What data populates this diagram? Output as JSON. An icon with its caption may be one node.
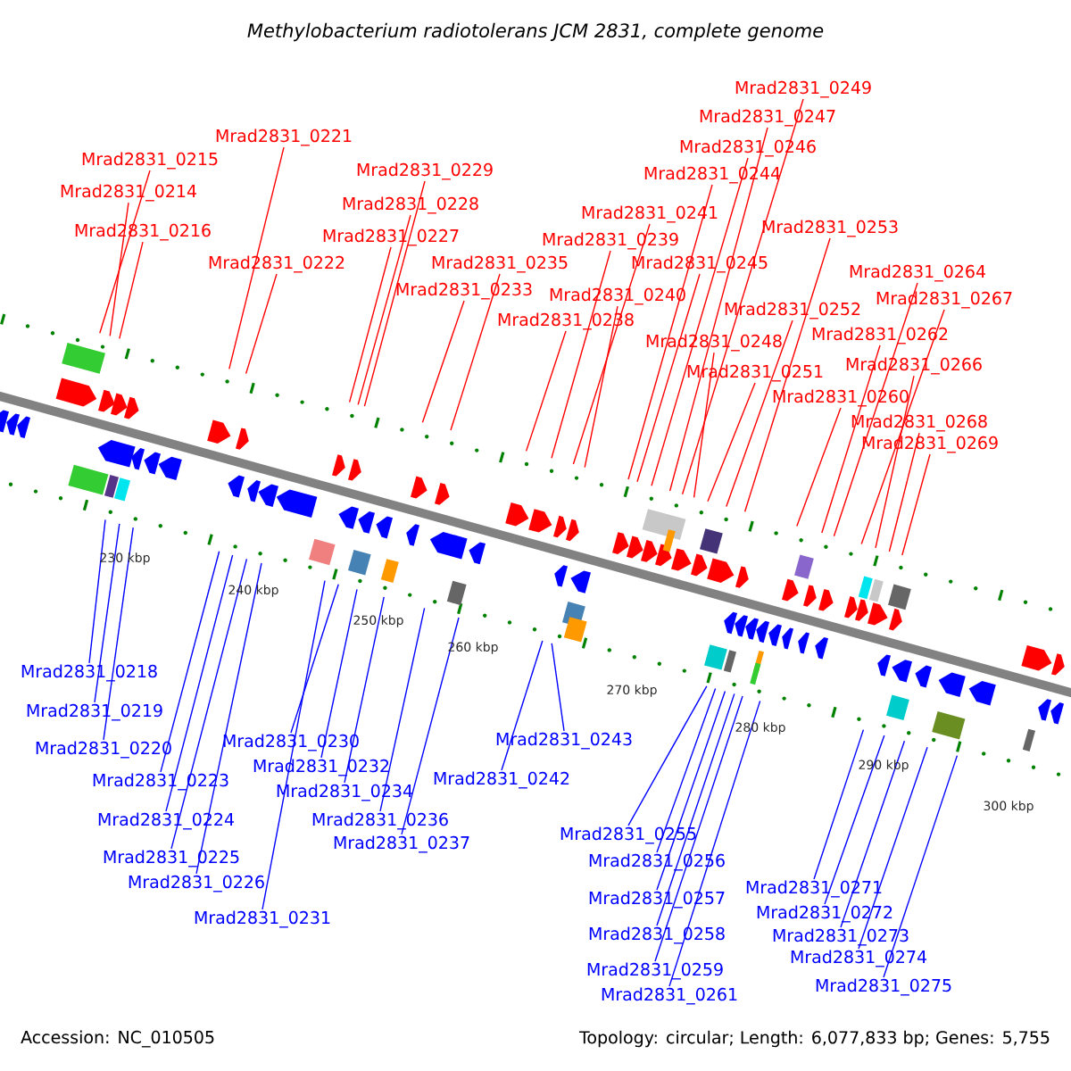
{
  "diagram": {
    "title": "Methylobacterium radiotolerans JCM 2831, complete genome",
    "nodes": [
      {
        "text": [
          "Mrad2831_0249"
        ]
      },
      {
        "text": [
          "Mrad2831_0247"
        ]
      },
      {
        "text": [
          "Mrad2831_0221"
        ]
      },
      {
        "text": [
          "Mrad2831_0246"
        ]
      },
      {
        "text": [
          "Mrad2831_0215"
        ]
      },
      {
        "text": [
          "Mrad2831_0229"
        ]
      },
      {
        "text": [
          "Mrad2831_0244"
        ]
      },
      {
        "text": [
          "Mrad2831_0214"
        ]
      },
      {
        "text": [
          "Mrad2831_0228"
        ]
      },
      {
        "text": [
          "Mrad2831_0241"
        ]
      },
      {
        "text": [
          "Mrad2831_0253"
        ]
      },
      {
        "text": [
          "Mrad2831_0216"
        ]
      },
      {
        "text": [
          "Mrad2831_0227"
        ]
      },
      {
        "text": [
          "Mrad2831_0239"
        ]
      },
      {
        "text": [
          "Mrad2831_0222"
        ]
      },
      {
        "text": [
          "Mrad2831_0235"
        ]
      },
      {
        "text": [
          "Mrad2831_0245"
        ]
      },
      {
        "text": [
          "Mrad2831_0264"
        ]
      },
      {
        "text": [
          "Mrad2831_0233"
        ]
      },
      {
        "text": [
          "Mrad2831_0240"
        ]
      },
      {
        "text": [
          "Mrad2831_0267"
        ]
      },
      {
        "text": [
          "Mrad2831_0252"
        ]
      },
      {
        "text": [
          "Mrad2831_0238"
        ]
      },
      {
        "text": [
          "Mrad2831_0262"
        ]
      },
      {
        "text": [
          "Mrad2831_0248"
        ]
      },
      {
        "text": [
          "Mrad2831_0266"
        ]
      },
      {
        "text": [
          "Mrad2831_0251"
        ]
      },
      {
        "text": [
          "Mrad2831_0260"
        ]
      },
      {
        "text": [
          "Mrad2831_0268"
        ]
      },
      {
        "text": [
          "Mrad2831_0269"
        ]
      },
      {
        "text": [
          "Mrad2831_0218"
        ]
      },
      {
        "text": [
          "Mrad2831_0219"
        ]
      },
      {
        "text": [
          "Mrad2831_0220"
        ]
      },
      {
        "text": [
          "Mrad2831_0230"
        ]
      },
      {
        "text": [
          "Mrad2831_0232"
        ]
      },
      {
        "text": [
          "Mrad2831_0223"
        ]
      },
      {
        "text": [
          "Mrad2831_0234"
        ]
      },
      {
        "text": [
          "Mrad2831_0242"
        ]
      },
      {
        "text": [
          "Mrad2831_0243"
        ]
      },
      {
        "text": [
          "Mrad2831_0224"
        ]
      },
      {
        "text": [
          "Mrad2831_0236"
        ]
      },
      {
        "text": [
          "Mrad2831_0237"
        ]
      },
      {
        "text": [
          "Mrad2831_0255"
        ]
      },
      {
        "text": [
          "Mrad2831_0225"
        ]
      },
      {
        "text": [
          "Mrad2831_0256"
        ]
      },
      {
        "text": [
          "Mrad2831_0226"
        ]
      },
      {
        "text": [
          "Mrad2831_0271"
        ]
      },
      {
        "text": [
          "Mrad2831_0257"
        ]
      },
      {
        "text": [
          "Mrad2831_0272"
        ]
      },
      {
        "text": [
          "Mrad2831_0231"
        ]
      },
      {
        "text": [
          "Mrad2831_0258"
        ]
      },
      {
        "text": [
          "Mrad2831_0273"
        ]
      },
      {
        "text": [
          "Mrad2831_0274"
        ]
      },
      {
        "text": [
          "Mrad2831_0259"
        ]
      },
      {
        "text": [
          "Mrad2831_0275"
        ]
      },
      {
        "text": [
          "Mrad2831_0261"
        ]
      }
    ],
    "edges": [
      {
        "from": 0,
        "to": null,
        "arrow": "none"
      },
      {
        "from": 1,
        "to": null,
        "arrow": "none"
      },
      {
        "from": 2,
        "to": null,
        "arrow": "none"
      },
      {
        "from": 3,
        "to": null,
        "arrow": "none"
      },
      {
        "from": 4,
        "to": null,
        "arrow": "none"
      },
      {
        "from": 5,
        "to": null,
        "arrow": "none"
      },
      {
        "from": 6,
        "to": null,
        "arrow": "none"
      },
      {
        "from": 7,
        "to": null,
        "arrow": "none"
      },
      {
        "from": 8,
        "to": null,
        "arrow": "none"
      },
      {
        "from": 9,
        "to": null,
        "arrow": "none"
      },
      {
        "from": 10,
        "to": null,
        "arrow": "none"
      },
      {
        "from": 11,
        "to": null,
        "arrow": "none"
      },
      {
        "from": 12,
        "to": null,
        "arrow": "none"
      },
      {
        "from": 13,
        "to": null,
        "arrow": "none"
      },
      {
        "from": 14,
        "to": null,
        "arrow": "none"
      },
      {
        "from": 15,
        "to": null,
        "arrow": "none"
      },
      {
        "from": 16,
        "to": null,
        "arrow": "none"
      },
      {
        "from": 17,
        "to": null,
        "arrow": "none"
      },
      {
        "from": 18,
        "to": null,
        "arrow": "none"
      },
      {
        "from": 19,
        "to": null,
        "arrow": "none"
      },
      {
        "from": 20,
        "to": null,
        "arrow": "none"
      },
      {
        "from": 21,
        "to": null,
        "arrow": "none"
      },
      {
        "from": 22,
        "to": null,
        "arrow": "none"
      },
      {
        "from": 23,
        "to": null,
        "arrow": "none"
      },
      {
        "from": 24,
        "to": null,
        "arrow": "none"
      },
      {
        "from": 25,
        "to": null,
        "arrow": "none"
      },
      {
        "from": 26,
        "to": null,
        "arrow": "none"
      },
      {
        "from": 27,
        "to": null,
        "arrow": "none"
      },
      {
        "from": 28,
        "to": null,
        "arrow": "none"
      },
      {
        "from": 29,
        "to": null,
        "arrow": "none"
      },
      {
        "from": 30,
        "to": null,
        "arrow": "none",
        "color": "#0000ff"
      },
      {
        "from": 31,
        "to": null,
        "arrow": "none",
        "color": "#0000ff"
      },
      {
        "from": 32,
        "to": null,
        "arrow": "none",
        "color": "#0000ff"
      },
      {
        "from": 33,
        "to": null,
        "arrow": "none",
        "color": "#0000ff"
      },
      {
        "from": 34,
        "to": null,
        "arrow": "none",
        "color": "#0000ff"
      },
      {
        "from": 35,
        "to": null,
        "arrow": "none",
        "color": "#0000ff"
      },
      {
        "from": 36,
        "to": null,
        "arrow": "none",
        "color": "#0000ff"
      },
      {
        "from": 37,
        "to": null,
        "arrow": "none",
        "color": "#0000ff"
      },
      {
        "from": 38,
        "to": null,
        "arrow": "none",
        "color": "#0000ff"
      },
      {
        "from": 39,
        "to": null,
        "arrow": "none",
        "color": "#0000ff"
      },
      {
        "from": 40,
        "to": null,
        "arrow": "none",
        "color": "#0000ff"
      },
      {
        "from": 41,
        "to": null,
        "arrow": "none",
        "color": "#0000ff"
      },
      {
        "from": 42,
        "to": null,
        "arrow": "none",
        "color": "#0000ff"
      },
      {
        "from": 43,
        "to": null,
        "arrow": "none",
        "color": "#0000ff"
      },
      {
        "from": 44,
        "to": null,
        "arrow": "none",
        "color": "#0000ff"
      },
      {
        "from": 45,
        "to": null,
        "arrow": "none",
        "color": "#0000ff"
      },
      {
        "from": 46,
        "to": null,
        "arrow": "none",
        "color": "#0000ff"
      },
      {
        "from": 47,
        "to": null,
        "arrow": "none",
        "color": "#0000ff"
      },
      {
        "from": 48,
        "to": null,
        "arrow": "none",
        "color": "#0000ff"
      },
      {
        "from": 49,
        "to": null,
        "arrow": "none",
        "color": "#0000ff"
      },
      {
        "from": 50,
        "to": null,
        "arrow": "none",
        "color": "#0000ff"
      },
      {
        "from": 51,
        "to": null,
        "arrow": "none",
        "color": "#0000ff"
      },
      {
        "from": 52,
        "to": null,
        "arrow": "none",
        "color": "#0000ff"
      },
      {
        "from": 53,
        "to": null,
        "arrow": "none",
        "color": "#0000ff"
      },
      {
        "from": 54,
        "to": null,
        "arrow": "none",
        "color": "#0000ff"
      },
      {
        "from": 55,
        "to": null,
        "arrow": "none",
        "color": "#0000ff"
      }
    ],
    "labels": [
      "230 kbp",
      "240 kbp",
      "250 kbp",
      "260 kbp",
      "270 kbp",
      "280 kbp",
      "290 kbp",
      "300 kbp",
      "Accession: NC_010505",
      "Topology: circular; Length: 6,077,833 bp; Genes: 5,755"
    ]
  }
}
